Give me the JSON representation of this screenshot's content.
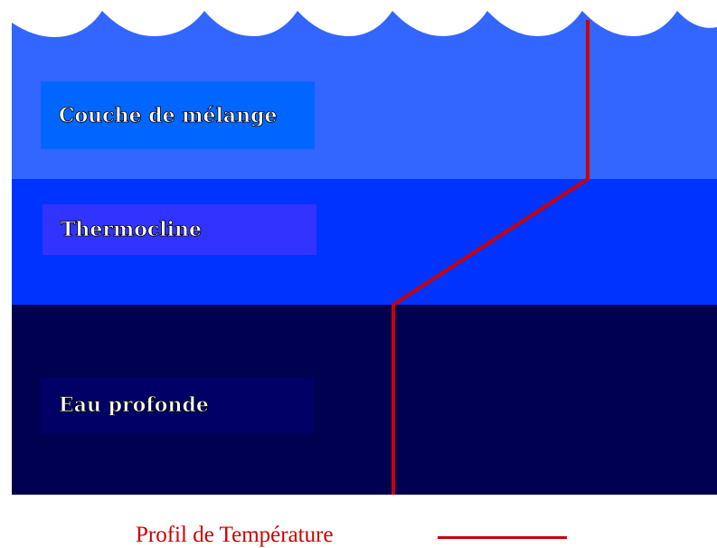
{
  "layers": {
    "mixed_layer": {
      "label": "Couche de mélange",
      "color": "#3366ff"
    },
    "thermocline": {
      "label": "Thermocline",
      "color": "#0033ff"
    },
    "deep_water": {
      "label": "Eau profonde",
      "color": "#000050"
    }
  },
  "label_box_colors": {
    "mixed_layer": "#0066ff",
    "thermocline": "#3333ff",
    "deep_water": "#000066"
  },
  "temperature_profile": {
    "legend_label": "Profil de Température",
    "color": "#cc0000"
  },
  "surface": "waves"
}
